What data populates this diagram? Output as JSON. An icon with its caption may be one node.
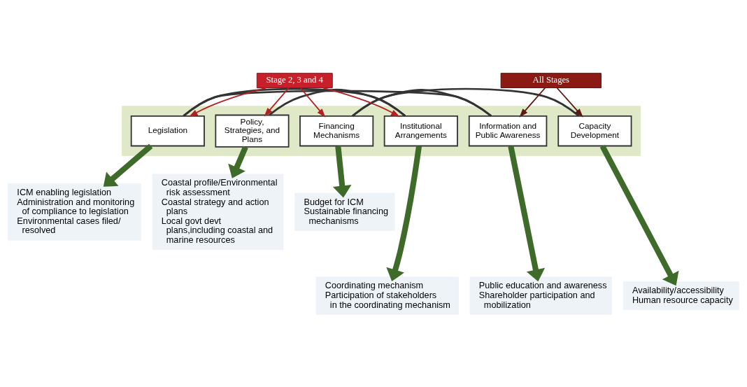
{
  "diagram": {
    "nodes": [
      {
        "text": [],
        "shape": "box"
      },
      {
        "text": [
          "Policy, Strategies, and Plans"
        ],
        "in": 0
      },
      {
        "text": [
          "Institutional Arrangements"
        ],
        "in": 0
      },
      {
        "text": [
          "Legislation"
        ],
        "in": 0
      },
      {
        "text": [
          "Information and Public Awareness"
        ],
        "in": 0
      },
      {
        "text": [
          "Financing Mechanisms"
        ],
        "in": 0
      },
      {
        "text": [
          "Capacity Development"
        ],
        "in": 0
      },
      {
        "text": [
          "Stage 2, 3 and 4"
        ]
      },
      {
        "text": [
          "All Stages"
        ]
      },
      {
        "text": [
          "Coastal profile/Environmental risk assessment",
          "Coastal strategy and action plans",
          "Local govt devt plans,including coastal and marine resources"
        ]
      },
      {
        "text": [
          "ICM enabling legislation",
          "Administration and monitoring of compliance to legislation",
          "Environmental cases filed/ resolved"
        ]
      },
      {
        "text": [
          "Budget for ICM",
          "Sustainable financing mechanisms"
        ]
      },
      {
        "text": [
          "Coordinating mechanism",
          "Participation of stakeholders in the coordinating mechanism"
        ]
      },
      {
        "text": [
          "Public education and awareness",
          "Shareholder participation and mobilization"
        ]
      },
      {
        "text": [
          "Availability/accessibility",
          "Human resource capacity"
        ]
      }
    ],
    "edges": [
      {
        "from": 7,
        "to": 1,
        "arrow": "to",
        "color": "#b22222"
      },
      {
        "from": 7,
        "to": 2,
        "arrow": "to",
        "color": "#b22222"
      },
      {
        "from": 7,
        "to": 3,
        "arrow": "to",
        "color": "#b22222"
      },
      {
        "from": 7,
        "to": 5,
        "arrow": "to",
        "color": "#b22222"
      },
      {
        "from": 8,
        "to": 4,
        "arrow": "to",
        "color": "#5c1a14"
      },
      {
        "from": 8,
        "to": 6,
        "arrow": "to",
        "color": "#5c1a14"
      },
      {
        "from": 1,
        "to": 2,
        "arrow": "none",
        "color": "#333333"
      },
      {
        "from": 2,
        "to": 3,
        "arrow": "none",
        "color": "#333333"
      },
      {
        "from": 3,
        "to": 4,
        "arrow": "none",
        "color": "#333333"
      },
      {
        "from": 4,
        "to": 5,
        "arrow": "none",
        "color": "#333333"
      },
      {
        "from": 5,
        "to": 6,
        "arrow": "none",
        "color": "#333333"
      },
      {
        "from": 1,
        "to": 9,
        "arrow": "to",
        "style": "thick"
      },
      {
        "from": 2,
        "to": 12,
        "arrow": "to",
        "style": "thick"
      },
      {
        "from": 3,
        "to": 10,
        "arrow": "to",
        "style": "thick"
      },
      {
        "from": 4,
        "to": 13,
        "arrow": "to",
        "style": "thick"
      },
      {
        "from": 5,
        "to": 11,
        "arrow": "to",
        "style": "thick"
      },
      {
        "from": 6,
        "to": 14,
        "arrow": "to",
        "style": "thick"
      }
    ]
  }
}
